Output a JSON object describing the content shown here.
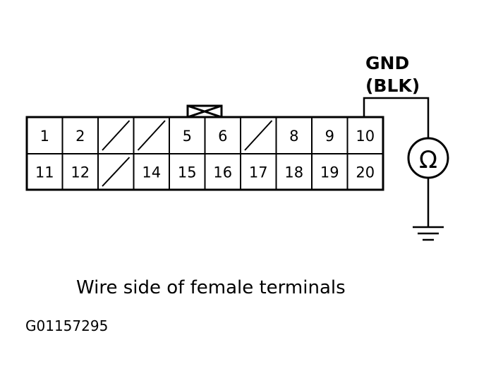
{
  "connector": {
    "top_row": [
      "1",
      "2",
      "",
      "",
      "5",
      "6",
      "",
      "8",
      "9",
      "10"
    ],
    "bottom_row": [
      "11",
      "12",
      "",
      "14",
      "15",
      "16",
      "17",
      "18",
      "19",
      "20"
    ]
  },
  "ground": {
    "line1": "GND",
    "line2": "(BLK)"
  },
  "meter": {
    "symbol": "Ω"
  },
  "caption": "Wire side of female terminals",
  "figure_id": "G01157295"
}
